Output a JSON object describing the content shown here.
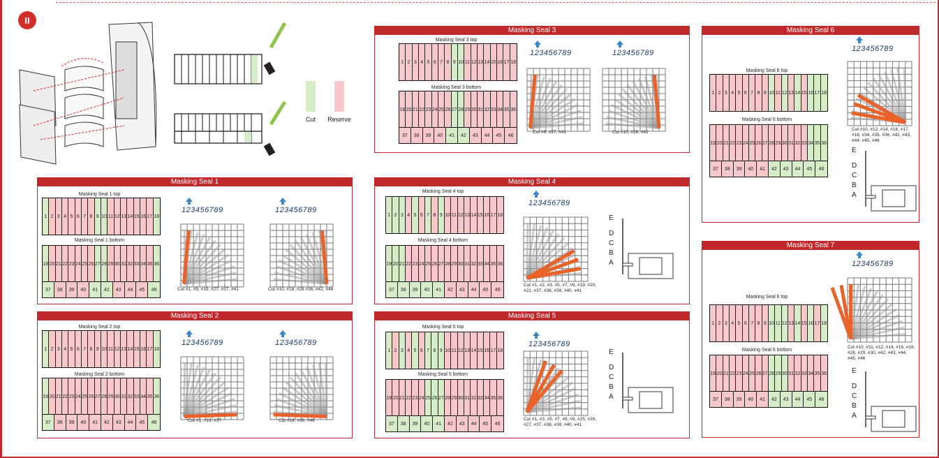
{
  "badge": "II",
  "legend": {
    "cut": "Cut",
    "reserve": "Reserve"
  },
  "colors": {
    "red": "#c0282c",
    "cut": "#d7ecc9",
    "reserve": "#f6c8cc",
    "orange": "#e8622a",
    "blue": "#3a86c8"
  },
  "digits": "123456789",
  "side_labels": [
    "E",
    "D",
    "C",
    "B",
    "A"
  ],
  "panels": {
    "p1": {
      "title": "Masking Seal 1",
      "top": "Masking Seal 1 top",
      "bottom": "Masking Seal 1 bottom",
      "cap_a": "Cut #1, #9, #19, #27, #37, #41",
      "cap_b": "Cut #10, #18, #28 #36, #42, #46"
    },
    "p2": {
      "title": "Masking Seal 2",
      "top": "Masking Seal 2 top",
      "bottom": "Masking Seal 2 bottom",
      "cap_a": "Cut #1, #19, #37",
      "cap_b": "Cut #18, #36, #46"
    },
    "p3": {
      "title": "Masking Seal 3",
      "top": "Masking Seal 3 top",
      "bottom": "Masking Seal 3 bottom",
      "cap_a": "Cut #9, #27, #41",
      "cap_b": "Cut #10, #28, #42"
    },
    "p4": {
      "title": "Masking Seal 4",
      "top": "Masking Seal 4 top",
      "bottom": "Masking Seal 4 bottom",
      "cap_a": "Cut #1, #2, #3, #5, #7, #9, #19, #20, #21, #37, #38, #39, #40, #41"
    },
    "p5": {
      "title": "Masking Seal 5",
      "top": "Masking Seal 5 top",
      "bottom": "Masking Seal 5 bottom",
      "cap_a": "Cut #1, #3, #5, #7, #8, #9, #25, #26, #27, #37, #38, #39, #40, #41"
    },
    "p6": {
      "title": "Masking Seal 6",
      "top": "Masking Seal 6 top",
      "bottom": "Masking Seal 6 bottom",
      "cap_a": "Cut #10, #12, #14, #16, #17, #18, #34, #35, #36, #42, #43, #44, #45, #46"
    },
    "p7": {
      "title": "Masking Seal 7",
      "top": "Masking Seal 6 top",
      "bottom": "Masking Seal 6 bottom",
      "cap_a": "Cut #10, #11, #12, #14, #16, #18, #28, #29, #30, #42, #43, #44, #45, #46"
    }
  },
  "cells_top": [
    "1",
    "2",
    "3",
    "4",
    "5",
    "6",
    "7",
    "8",
    "9",
    "10",
    "11",
    "12",
    "13",
    "14",
    "15",
    "16",
    "17",
    "18"
  ],
  "cells_mid": [
    "19",
    "20",
    "21",
    "22",
    "23",
    "24",
    "25",
    "26",
    "27",
    "28",
    "29",
    "30",
    "31",
    "32",
    "33",
    "34",
    "35",
    "36"
  ],
  "cells_bot": [
    "37",
    "38",
    "39",
    "40",
    "41",
    "42",
    "43",
    "44",
    "45",
    "46"
  ]
}
